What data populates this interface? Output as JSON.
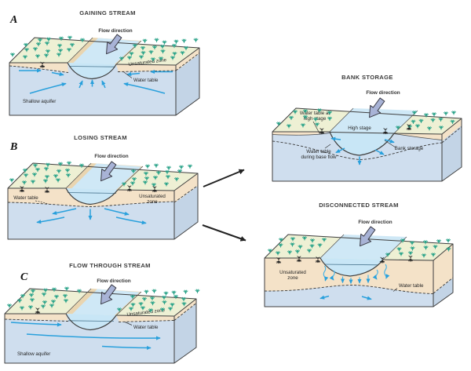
{
  "figure": {
    "panels": {
      "gaining": {
        "letter": "A",
        "title": "GAINING STREAM",
        "flow_label": "Flow direction",
        "labels": {
          "unsaturated_zone": "Unsaturated zone",
          "water_table": "Water table",
          "shallow_aquifer": "Shallow aquifer"
        }
      },
      "losing": {
        "letter": "B",
        "title": "LOSING STREAM",
        "flow_label": "Flow direction",
        "labels": {
          "water_table": "Water table",
          "unsaturated_line1": "Unsaturated",
          "unsaturated_line2": "zone"
        }
      },
      "flow_through": {
        "letter": "C",
        "title": "FLOW THROUGH STREAM",
        "flow_label": "Flow direction",
        "labels": {
          "unsaturated_zone": "Unsaturated zone",
          "water_table": "Water table",
          "shallow_aquifer": "Shallow aquifer"
        }
      },
      "bank_storage": {
        "title": "BANK STORAGE",
        "flow_label": "Flow direction",
        "labels": {
          "wt_high_line1": "Water table at",
          "wt_high_line2": "high stage",
          "high_stage": "High stage",
          "wt_base_line1": "Water table",
          "wt_base_line2": "during base flow",
          "bank_storage": "Bank storage"
        }
      },
      "disconnected": {
        "title": "DISCONNECTED STREAM",
        "flow_label": "Flow direction",
        "labels": {
          "unsaturated_line1": "Unsaturated",
          "unsaturated_line2": "zone",
          "water_table": "Water table"
        }
      }
    },
    "colors": {
      "land": "#eef0d4",
      "unsaturated_zone": "#f4e2c8",
      "aquifer_front": "#cfdeee",
      "aquifer_side": "#c3d4e6",
      "stream_water": "#cfe8f6",
      "flow_arrow_fill": "#a8b3d6",
      "groundwater_arrow": "#29a0dc",
      "vegetation": "#2aa389",
      "outline": "#3f3f3f"
    }
  }
}
